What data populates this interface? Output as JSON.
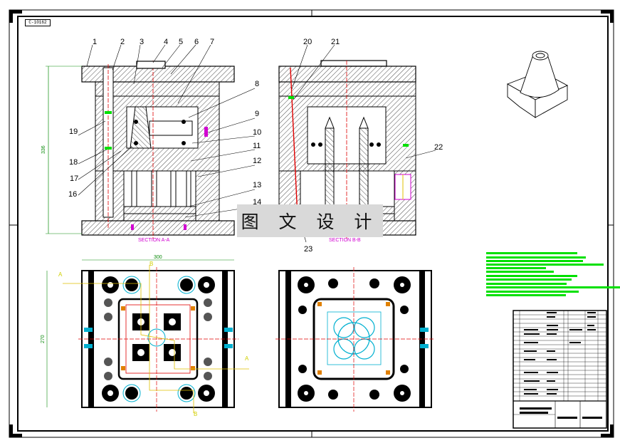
{
  "drawing_number": "C-10162",
  "watermark_text": "图 文 设 计",
  "callouts": [
    "1",
    "2",
    "3",
    "4",
    "5",
    "6",
    "7",
    "8",
    "9",
    "10",
    "11",
    "12",
    "13",
    "14",
    "16",
    "17",
    "18",
    "19",
    "20",
    "21",
    "22",
    "23"
  ],
  "sections": {
    "aa": "SECTION A-A",
    "bb": "SECTION B-B"
  },
  "dimensions": {
    "height": "336",
    "width": "300",
    "depth": "270"
  },
  "section_letters": {
    "a": "A",
    "b": "B"
  },
  "colors": {
    "green": "#00e000",
    "magenta": "#d100d1",
    "red": "#e00000",
    "yellow": "#e0c000",
    "cyan": "#00b0d0"
  }
}
